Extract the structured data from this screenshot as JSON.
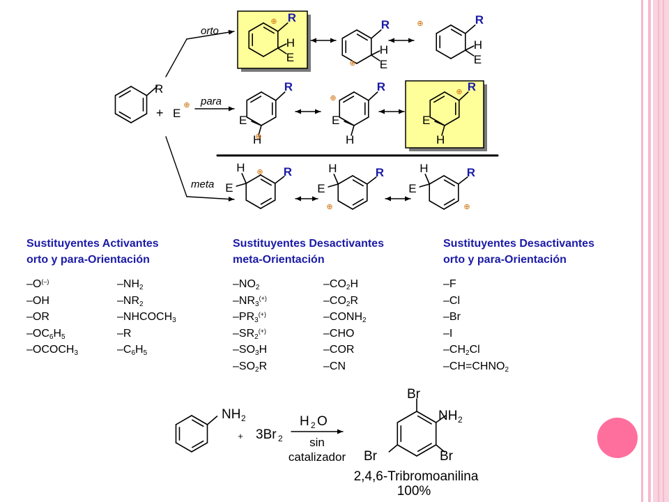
{
  "mechanism": {
    "substituent_label": "R",
    "plus_sign": "+",
    "electrophile_label": "E",
    "cation_symbol": "⊕",
    "paths": [
      {
        "label": "orto",
        "intermediates": [
          {
            "R": "R",
            "H": "H",
            "E": "E",
            "highlighted": true
          },
          {
            "R": "R",
            "H": "H",
            "E": "E",
            "highlighted": false
          },
          {
            "R": "R",
            "H": "H",
            "E": "E",
            "highlighted": false
          }
        ]
      },
      {
        "label": "para",
        "intermediates": [
          {
            "R": "R",
            "H": "H",
            "E": "E",
            "highlighted": false
          },
          {
            "R": "R",
            "H": "H",
            "E": "E",
            "highlighted": false
          },
          {
            "R": "R",
            "H": "H",
            "E": "E",
            "highlighted": true
          }
        ]
      },
      {
        "label": "meta",
        "intermediates": [
          {
            "R": "R",
            "H": "H",
            "E": "E",
            "highlighted": false
          },
          {
            "R": "R",
            "H": "H",
            "E": "E",
            "highlighted": false
          },
          {
            "R": "R",
            "H": "H",
            "E": "E",
            "highlighted": false
          }
        ]
      }
    ]
  },
  "substituent_tables": [
    {
      "heading_line1": "Sustituyentes Activantes",
      "heading_line2": "orto y para-Orientación",
      "left": [
        {
          "t": [
            [
              "–O",
              ""
            ],
            [
              "(–)",
              "sup"
            ]
          ]
        },
        {
          "t": [
            [
              "–OH",
              ""
            ]
          ]
        },
        {
          "t": [
            [
              "–OR",
              ""
            ]
          ]
        },
        {
          "t": [
            [
              "–OC",
              ""
            ],
            [
              "6",
              "sub"
            ],
            [
              "H",
              ""
            ],
            [
              "5",
              "sub"
            ]
          ]
        },
        {
          "t": [
            [
              "–OCOCH",
              ""
            ],
            [
              "3",
              "sub"
            ]
          ]
        }
      ],
      "right": [
        {
          "t": [
            [
              "–NH",
              ""
            ],
            [
              "2",
              "sub"
            ]
          ]
        },
        {
          "t": [
            [
              "–NR",
              ""
            ],
            [
              "2",
              "sub"
            ]
          ]
        },
        {
          "t": [
            [
              "–NHCOCH",
              ""
            ],
            [
              "3",
              "sub"
            ]
          ]
        },
        {
          "t": [
            [
              "–R",
              ""
            ]
          ]
        },
        {
          "t": [
            [
              "–C",
              ""
            ],
            [
              "6",
              "sub"
            ],
            [
              "H",
              ""
            ],
            [
              "5",
              "sub"
            ]
          ]
        }
      ]
    },
    {
      "heading_line1": "Sustituyentes Desactivantes",
      "heading_line2": "meta-Orientación",
      "left": [
        {
          "t": [
            [
              "–NO",
              ""
            ],
            [
              "2",
              "sub"
            ]
          ]
        },
        {
          "t": [
            [
              "–NR",
              ""
            ],
            [
              "3",
              "sub"
            ],
            [
              "(+)",
              "sup"
            ]
          ]
        },
        {
          "t": [
            [
              "–PR",
              ""
            ],
            [
              "3",
              "sub"
            ],
            [
              "(+)",
              "sup"
            ]
          ]
        },
        {
          "t": [
            [
              "–SR",
              ""
            ],
            [
              "2",
              "sub"
            ],
            [
              "(+)",
              "sup"
            ]
          ]
        },
        {
          "t": [
            [
              "–SO",
              ""
            ],
            [
              "3",
              "sub"
            ],
            [
              "H",
              ""
            ]
          ]
        },
        {
          "t": [
            [
              "–SO",
              ""
            ],
            [
              "2",
              "sub"
            ],
            [
              "R",
              ""
            ]
          ]
        }
      ],
      "right": [
        {
          "t": [
            [
              "–CO",
              ""
            ],
            [
              "2",
              "sub"
            ],
            [
              "H",
              ""
            ]
          ]
        },
        {
          "t": [
            [
              "–CO",
              ""
            ],
            [
              "2",
              "sub"
            ],
            [
              "R",
              ""
            ]
          ]
        },
        {
          "t": [
            [
              "–CONH",
              ""
            ],
            [
              "2",
              "sub"
            ]
          ]
        },
        {
          "t": [
            [
              "–CHO",
              ""
            ]
          ]
        },
        {
          "t": [
            [
              "–COR",
              ""
            ]
          ]
        },
        {
          "t": [
            [
              "–CN",
              ""
            ]
          ]
        }
      ]
    },
    {
      "heading_line1": "Sustituyentes Desactivantes",
      "heading_line2": "orto y para-Orientación",
      "left": [
        {
          "t": [
            [
              "–F",
              ""
            ]
          ]
        },
        {
          "t": [
            [
              "–Cl",
              ""
            ]
          ]
        },
        {
          "t": [
            [
              "–Br",
              ""
            ]
          ]
        },
        {
          "t": [
            [
              "–I",
              ""
            ]
          ]
        },
        {
          "t": [
            [
              "–CH",
              ""
            ],
            [
              "2",
              "sub"
            ],
            [
              "Cl",
              ""
            ]
          ]
        },
        {
          "t": [
            [
              "–CH=CHNO",
              ""
            ],
            [
              "2",
              "sub"
            ]
          ]
        }
      ],
      "right": []
    }
  ],
  "bromination": {
    "amine_label": "NH2",
    "plus_sign": "+",
    "reagent": "3Br2",
    "condition_top": "H2O",
    "condition_line1": "sin",
    "condition_line2": "catalizador",
    "br_label": "Br",
    "product_name": "2,4,6-Tribromoanilina",
    "yield": "100%"
  },
  "colors": {
    "heading": "#1a1aa6",
    "R_label": "#1a1aa6",
    "highlight_fill": "#ffff99",
    "cation": "#cc6a00",
    "stripe": "#f7c6d6",
    "pink_dot": "#ff6f9e"
  }
}
